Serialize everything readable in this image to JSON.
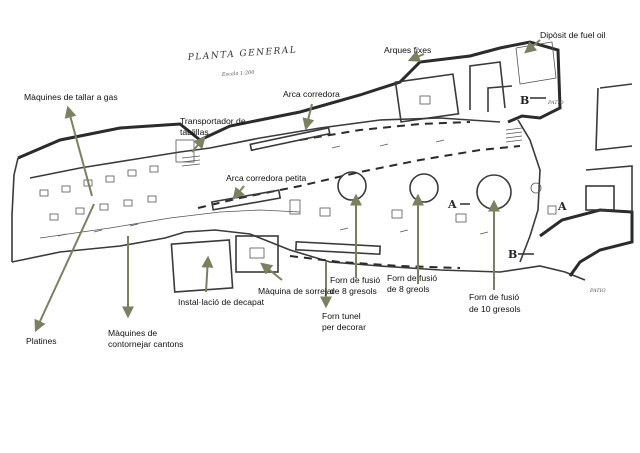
{
  "plan": {
    "title": "PLANTA GENERAL",
    "scale": "Escala 1:200",
    "section_markers": [
      "A",
      "A",
      "B",
      "B"
    ],
    "patio_labels": [
      "PATIO",
      "PATIO"
    ]
  },
  "labels": {
    "maquines_tallar": "Màquines de tallar a gas",
    "transportador_line1": "Transportador de",
    "transportador_line2": "tablillas",
    "arca_corredora": "Arca corredora",
    "arques_fixes": "Arques fixes",
    "diposit_fuel": "Dipòsit de fuel oil",
    "arca_petita": "Arca corredora petita",
    "installacio_decapat": "Instal·lació de decapat",
    "maquina_sorrejar": "Màquina de sorrejar",
    "forn_fusio_1_line1": "Forn de fusió",
    "forn_fusio_1_line2": "de 8 gresols",
    "forn_fusio_2_line1": "Forn de fusió",
    "forn_fusio_2_line2": "de 8 greols",
    "forn_fusio_3_line1": "Forn de fusió",
    "forn_fusio_3_line2": "de 10 gresols",
    "forn_tunel_line1": "Forn tunel",
    "forn_tunel_line2": "per decorar",
    "platines": "Platines",
    "contornejar_line1": "Màquines de",
    "contornejar_line2": "contornejar cantons"
  },
  "colors": {
    "arrow": "#7a8060",
    "ink": "#2b2b2b",
    "label": "#111111"
  }
}
